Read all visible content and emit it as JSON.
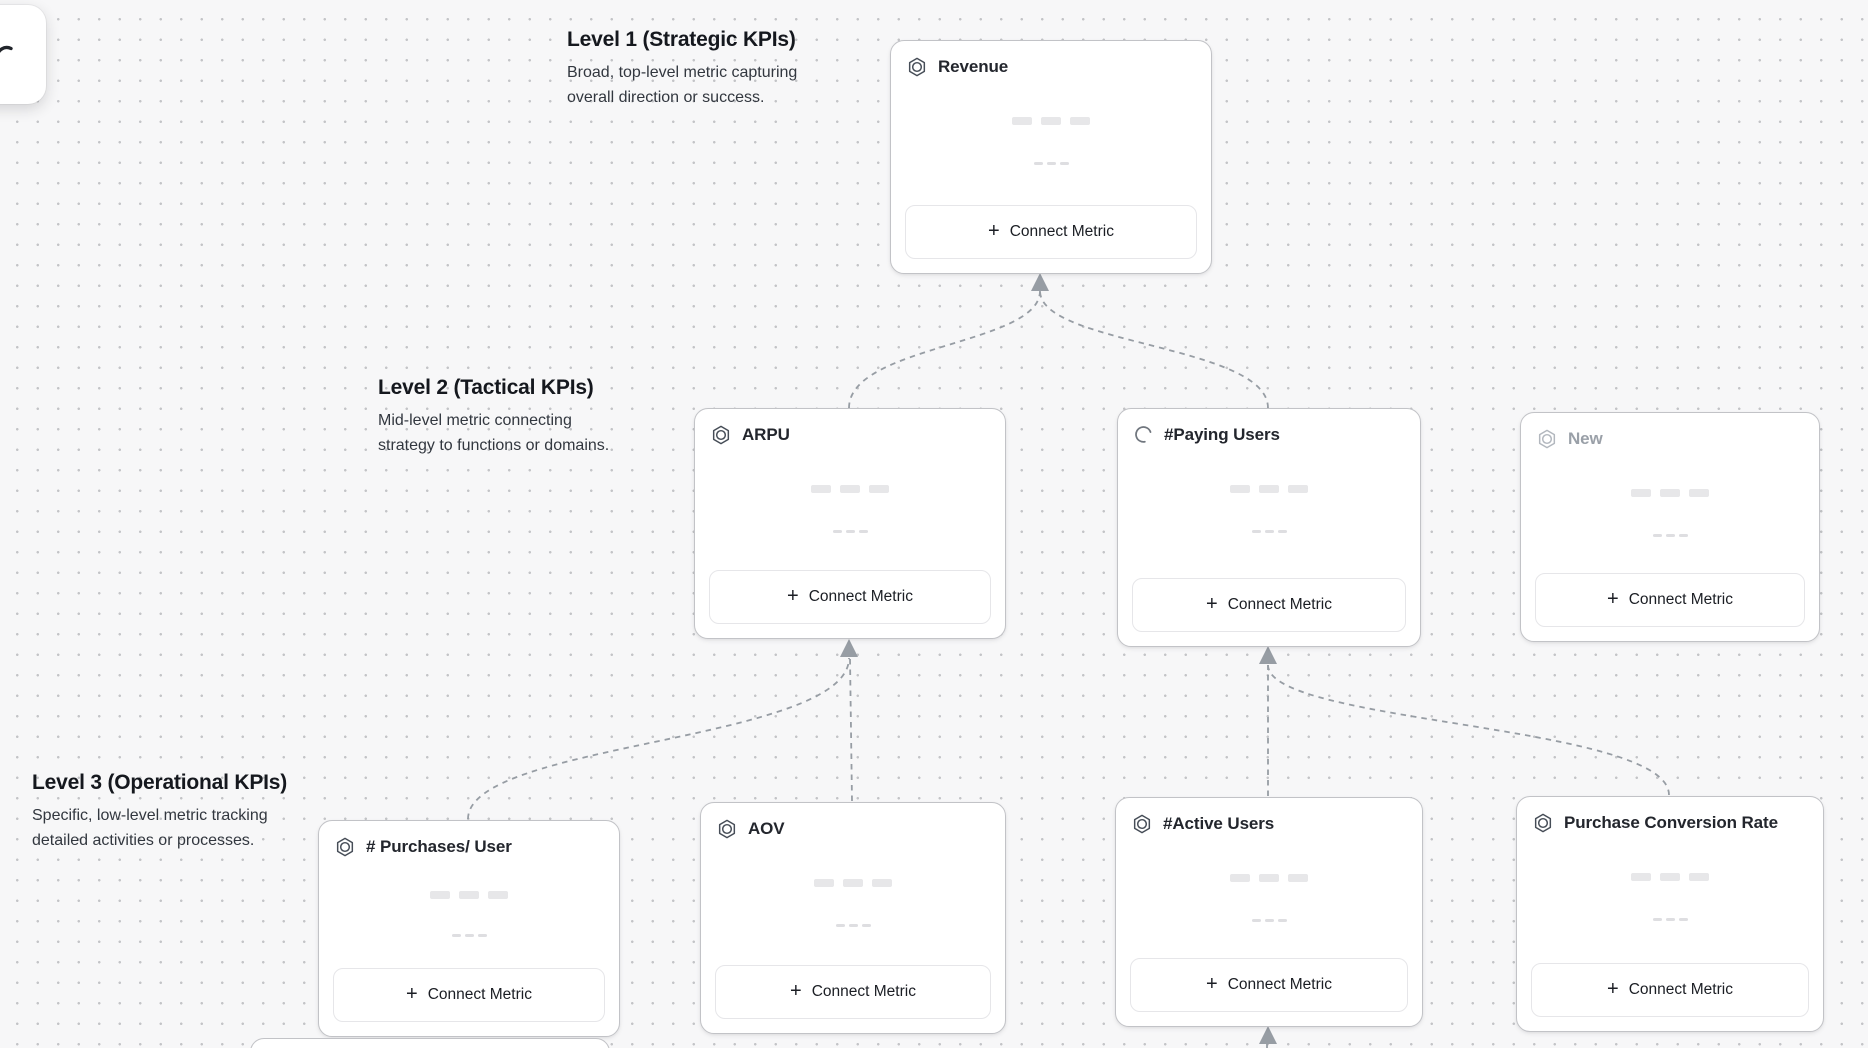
{
  "app": {
    "view": "kpi-tree-canvas"
  },
  "levels": [
    {
      "title": "Level 1 (Strategic KPIs)",
      "description": "Broad, top-level metric capturing overall direction or success."
    },
    {
      "title": "Level 2 (Tactical KPIs)",
      "description": "Mid-level metric connecting strategy to functions or domains."
    },
    {
      "title": "Level 3 (Operational KPIs)",
      "description": "Specific, low-level metric tracking detailed activities or processes."
    }
  ],
  "cards": {
    "revenue": {
      "title": "Revenue",
      "icon": "metric-hexagon-icon",
      "button": "Connect Metric"
    },
    "arpu": {
      "title": "ARPU",
      "icon": "metric-hexagon-icon",
      "button": "Connect Metric"
    },
    "paying_users": {
      "title": "#Paying Users",
      "icon": "spinner-icon",
      "button": "Connect Metric"
    },
    "new": {
      "title": "New",
      "icon": "metric-hexagon-icon",
      "state": "placeholder",
      "button": "Connect Metric"
    },
    "purchases_per_user": {
      "title": "# Purchases/ User",
      "icon": "metric-hexagon-icon",
      "button": "Connect Metric"
    },
    "aov": {
      "title": "AOV",
      "icon": "metric-hexagon-icon",
      "button": "Connect Metric"
    },
    "active_users": {
      "title": "#Active Users",
      "icon": "metric-hexagon-icon",
      "button": "Connect Metric"
    },
    "purchase_conversion_rate": {
      "title": "Purchase Conversion Rate",
      "icon": "metric-hexagon-icon",
      "button": "Connect Metric"
    }
  },
  "icons": {
    "plus": "+"
  },
  "edges": [
    {
      "from": "arpu",
      "to": "revenue"
    },
    {
      "from": "paying_users",
      "to": "revenue"
    },
    {
      "from": "purchases_per_user",
      "to": "arpu"
    },
    {
      "from": "aov",
      "to": "arpu"
    },
    {
      "from": "active_users",
      "to": "paying_users"
    },
    {
      "from": "purchase_conversion_rate",
      "to": "paying_users"
    },
    {
      "from": "offscreen-below",
      "to": "active_users"
    }
  ],
  "colors": {
    "canvas_bg": "#f7f7f8",
    "dot": "#c3c4c7",
    "card_border": "#c2c3c7",
    "edge": "#979da4",
    "title_text": "#23262d",
    "muted_title": "#9aa0a8"
  }
}
